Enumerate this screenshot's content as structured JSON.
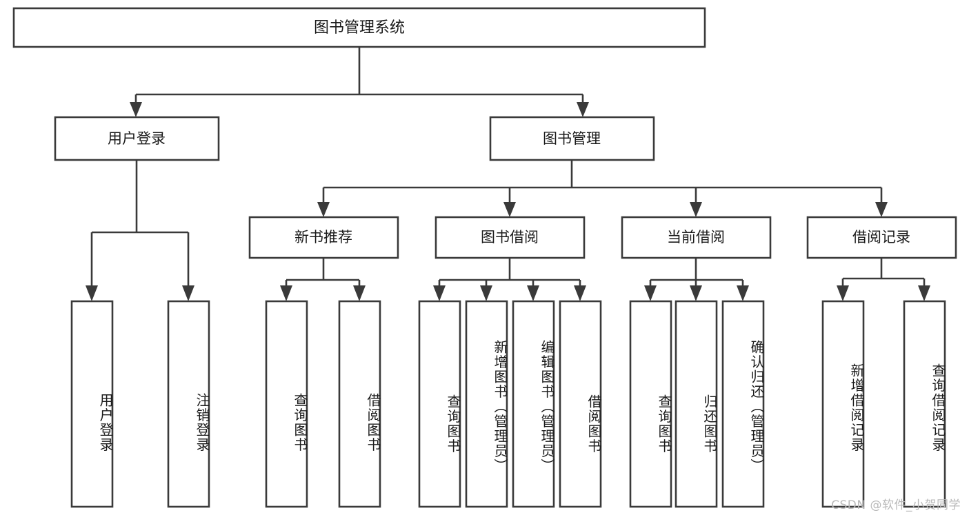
{
  "diagram": {
    "title": "图书管理系统",
    "watermark": "CSDN @软件_小贺同学",
    "type": "tree-hierarchy-diagram",
    "colors": {
      "box_stroke": "#3a3a3a",
      "box_fill": "#ffffff",
      "text": "#1b1b1b",
      "background": "#ffffff",
      "watermark_text": "#b9b9b9"
    },
    "root": {
      "label": "图书管理系统"
    },
    "level1": [
      {
        "label": "用户登录"
      },
      {
        "label": "图书管理"
      }
    ],
    "level2": [
      {
        "label": "新书推荐",
        "parent": "图书管理"
      },
      {
        "label": "图书借阅",
        "parent": "图书管理"
      },
      {
        "label": "当前借阅",
        "parent": "图书管理"
      },
      {
        "label": "借阅记录",
        "parent": "图书管理"
      }
    ],
    "leaves": {
      "user_login": [
        {
          "label": "用户登录"
        },
        {
          "label": "注销登录"
        }
      ],
      "new_book_recommend": [
        {
          "label": "查询图书"
        },
        {
          "label": "借阅图书"
        }
      ],
      "book_borrow": [
        {
          "label": "查询图书"
        },
        {
          "label": "新增图书（管理员）"
        },
        {
          "label": "编辑图书（管理员）"
        },
        {
          "label": "借阅图书"
        }
      ],
      "current_borrow": [
        {
          "label": "查询图书"
        },
        {
          "label": "归还图书"
        },
        {
          "label": "确认归还（管理员）"
        }
      ],
      "borrow_record": [
        {
          "label": "新增借阅记录"
        },
        {
          "label": "查询借阅记录"
        }
      ]
    }
  }
}
